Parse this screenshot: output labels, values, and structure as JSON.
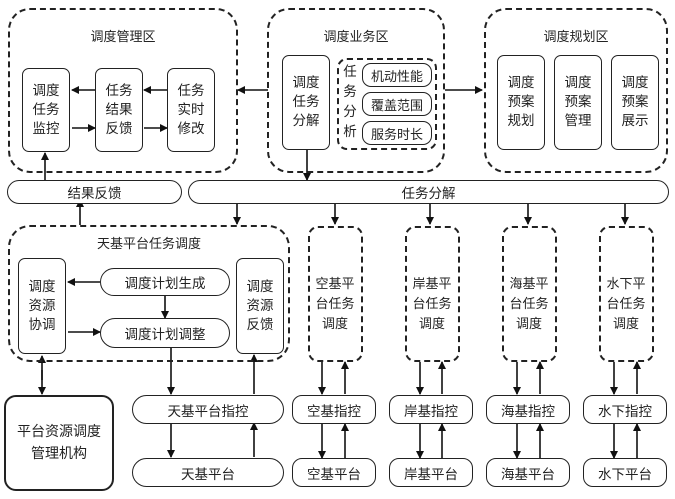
{
  "management_zone": {
    "title": "调度管理区",
    "boxes": [
      "调度\n任务\n监控",
      "任务\n结果\n反馈",
      "任务\n实时\n修改"
    ]
  },
  "business_zone": {
    "title": "调度业务区",
    "decompose_box": "调度\n任务\n分解",
    "analysis_label": "任\n务\n分\n析",
    "analysis_items": [
      "机动性能",
      "覆盖范围",
      "服务时长"
    ]
  },
  "planning_zone": {
    "title": "调度规划区",
    "boxes": [
      "调度\n预案\n规划",
      "调度\n预案\n管理",
      "调度\n预案\n展示"
    ]
  },
  "bars": {
    "result_feedback": "结果反馈",
    "task_decomposition": "任务分解"
  },
  "space_zone": {
    "title": "天基平台任务调度",
    "resource_coord": "调度\n资源\n协调",
    "plan_generate": "调度计划生成",
    "plan_adjust": "调度计划调整",
    "resource_feedback": "调度\n资源\n反馈"
  },
  "platform_zones": [
    {
      "label": "空基平\n台任务\n调度",
      "control": "空基指控",
      "platform": "空基平台"
    },
    {
      "label": "岸基平\n台任务\n调度",
      "control": "岸基指控",
      "platform": "岸基平台"
    },
    {
      "label": "海基平\n台任务\n调度",
      "control": "海基指控",
      "platform": "海基平台"
    },
    {
      "label": "水下平\n台任务\n调度",
      "control": "水下指控",
      "platform": "水下平台"
    }
  ],
  "space_control": "天基平台指控",
  "space_platform": "天基平台",
  "agency": "平台资源调度\n管理机构"
}
